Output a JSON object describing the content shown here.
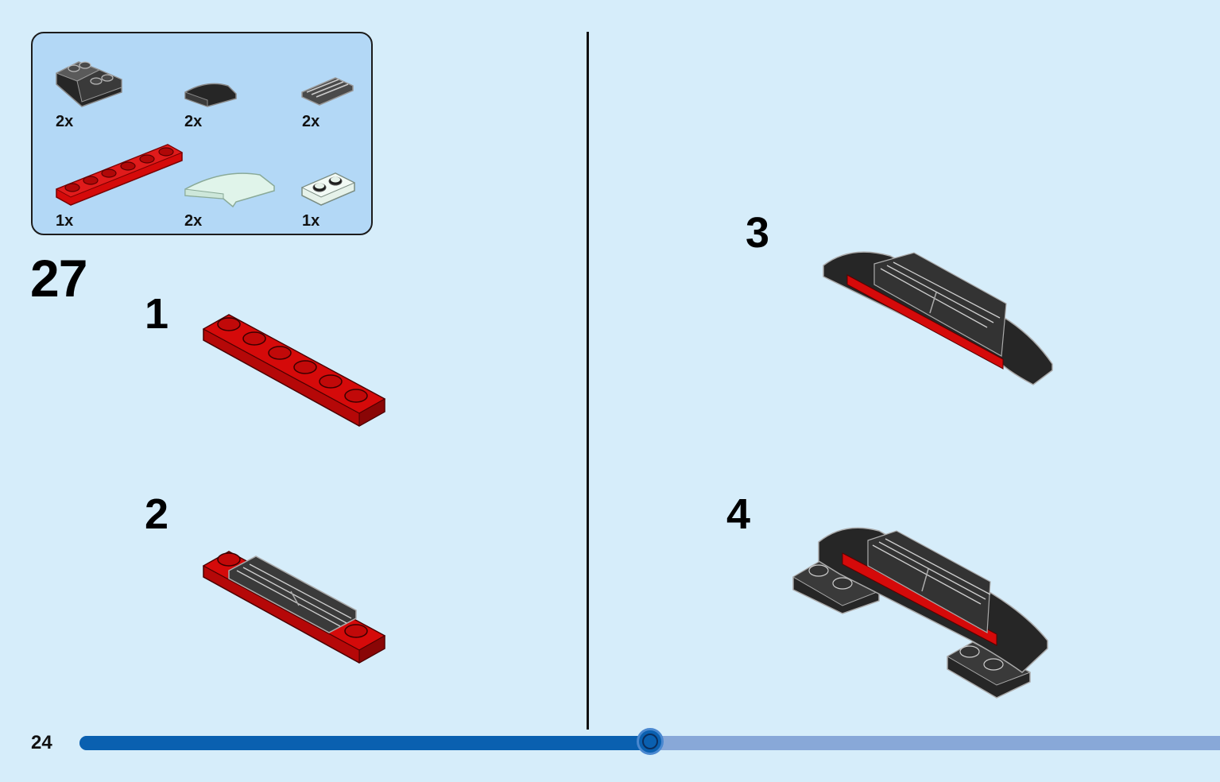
{
  "step": {
    "number": "27"
  },
  "parts": [
    {
      "id": "black-inverted-slope",
      "qty": "2x"
    },
    {
      "id": "black-curved-slope",
      "qty": "2x"
    },
    {
      "id": "dark-grey-grille-tile",
      "qty": "2x"
    },
    {
      "id": "red-plate-1x6",
      "qty": "1x"
    },
    {
      "id": "trans-clear-curved-slope",
      "qty": "2x"
    },
    {
      "id": "white-plate-1x2",
      "qty": "1x"
    }
  ],
  "substeps": [
    {
      "label": "1"
    },
    {
      "label": "2"
    },
    {
      "label": "3"
    },
    {
      "label": "4"
    }
  ],
  "footer": {
    "page_number": "24"
  },
  "progress": {
    "fraction": 0.5
  },
  "colors": {
    "background": "#d6edfa",
    "parts_box": "#b3d8f6",
    "brick_red": "#d50a0a",
    "brick_black": "#262626",
    "progress_done": "#0a60b0",
    "progress_todo": "#88a8d8"
  }
}
